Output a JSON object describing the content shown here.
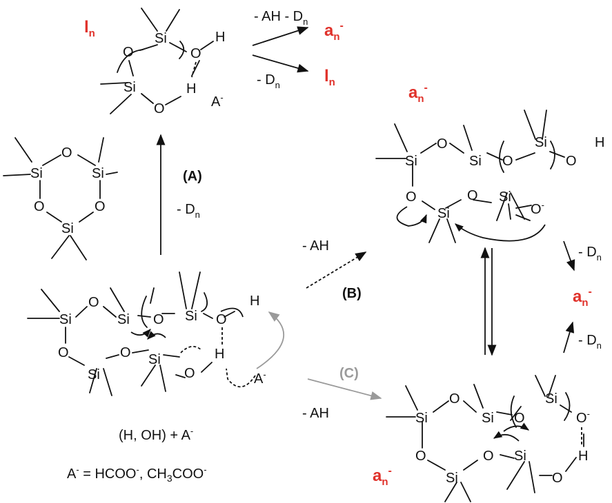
{
  "labels": {
    "ln": "l",
    "an": "a",
    "sub_n": "n",
    "minus": "-",
    "path_a": "(A)",
    "path_b": "(B)",
    "path_c": "(C)",
    "loss_ah_dn": "- AH - D",
    "loss_dn": "- D",
    "loss_ah": "- AH",
    "anion": "A",
    "equation1": "(H, OH) + A",
    "equation2_a": "A",
    "equation2_b": " = HCOO",
    "equation2_c": ", CH",
    "equation2_d": "3",
    "equation2_e": "COO"
  },
  "atoms": {
    "si": "Si",
    "o": "O",
    "h": "H"
  },
  "colors": {
    "product": "#e0322b",
    "pathway_c": "#9a9a9a",
    "ink": "#111111"
  }
}
